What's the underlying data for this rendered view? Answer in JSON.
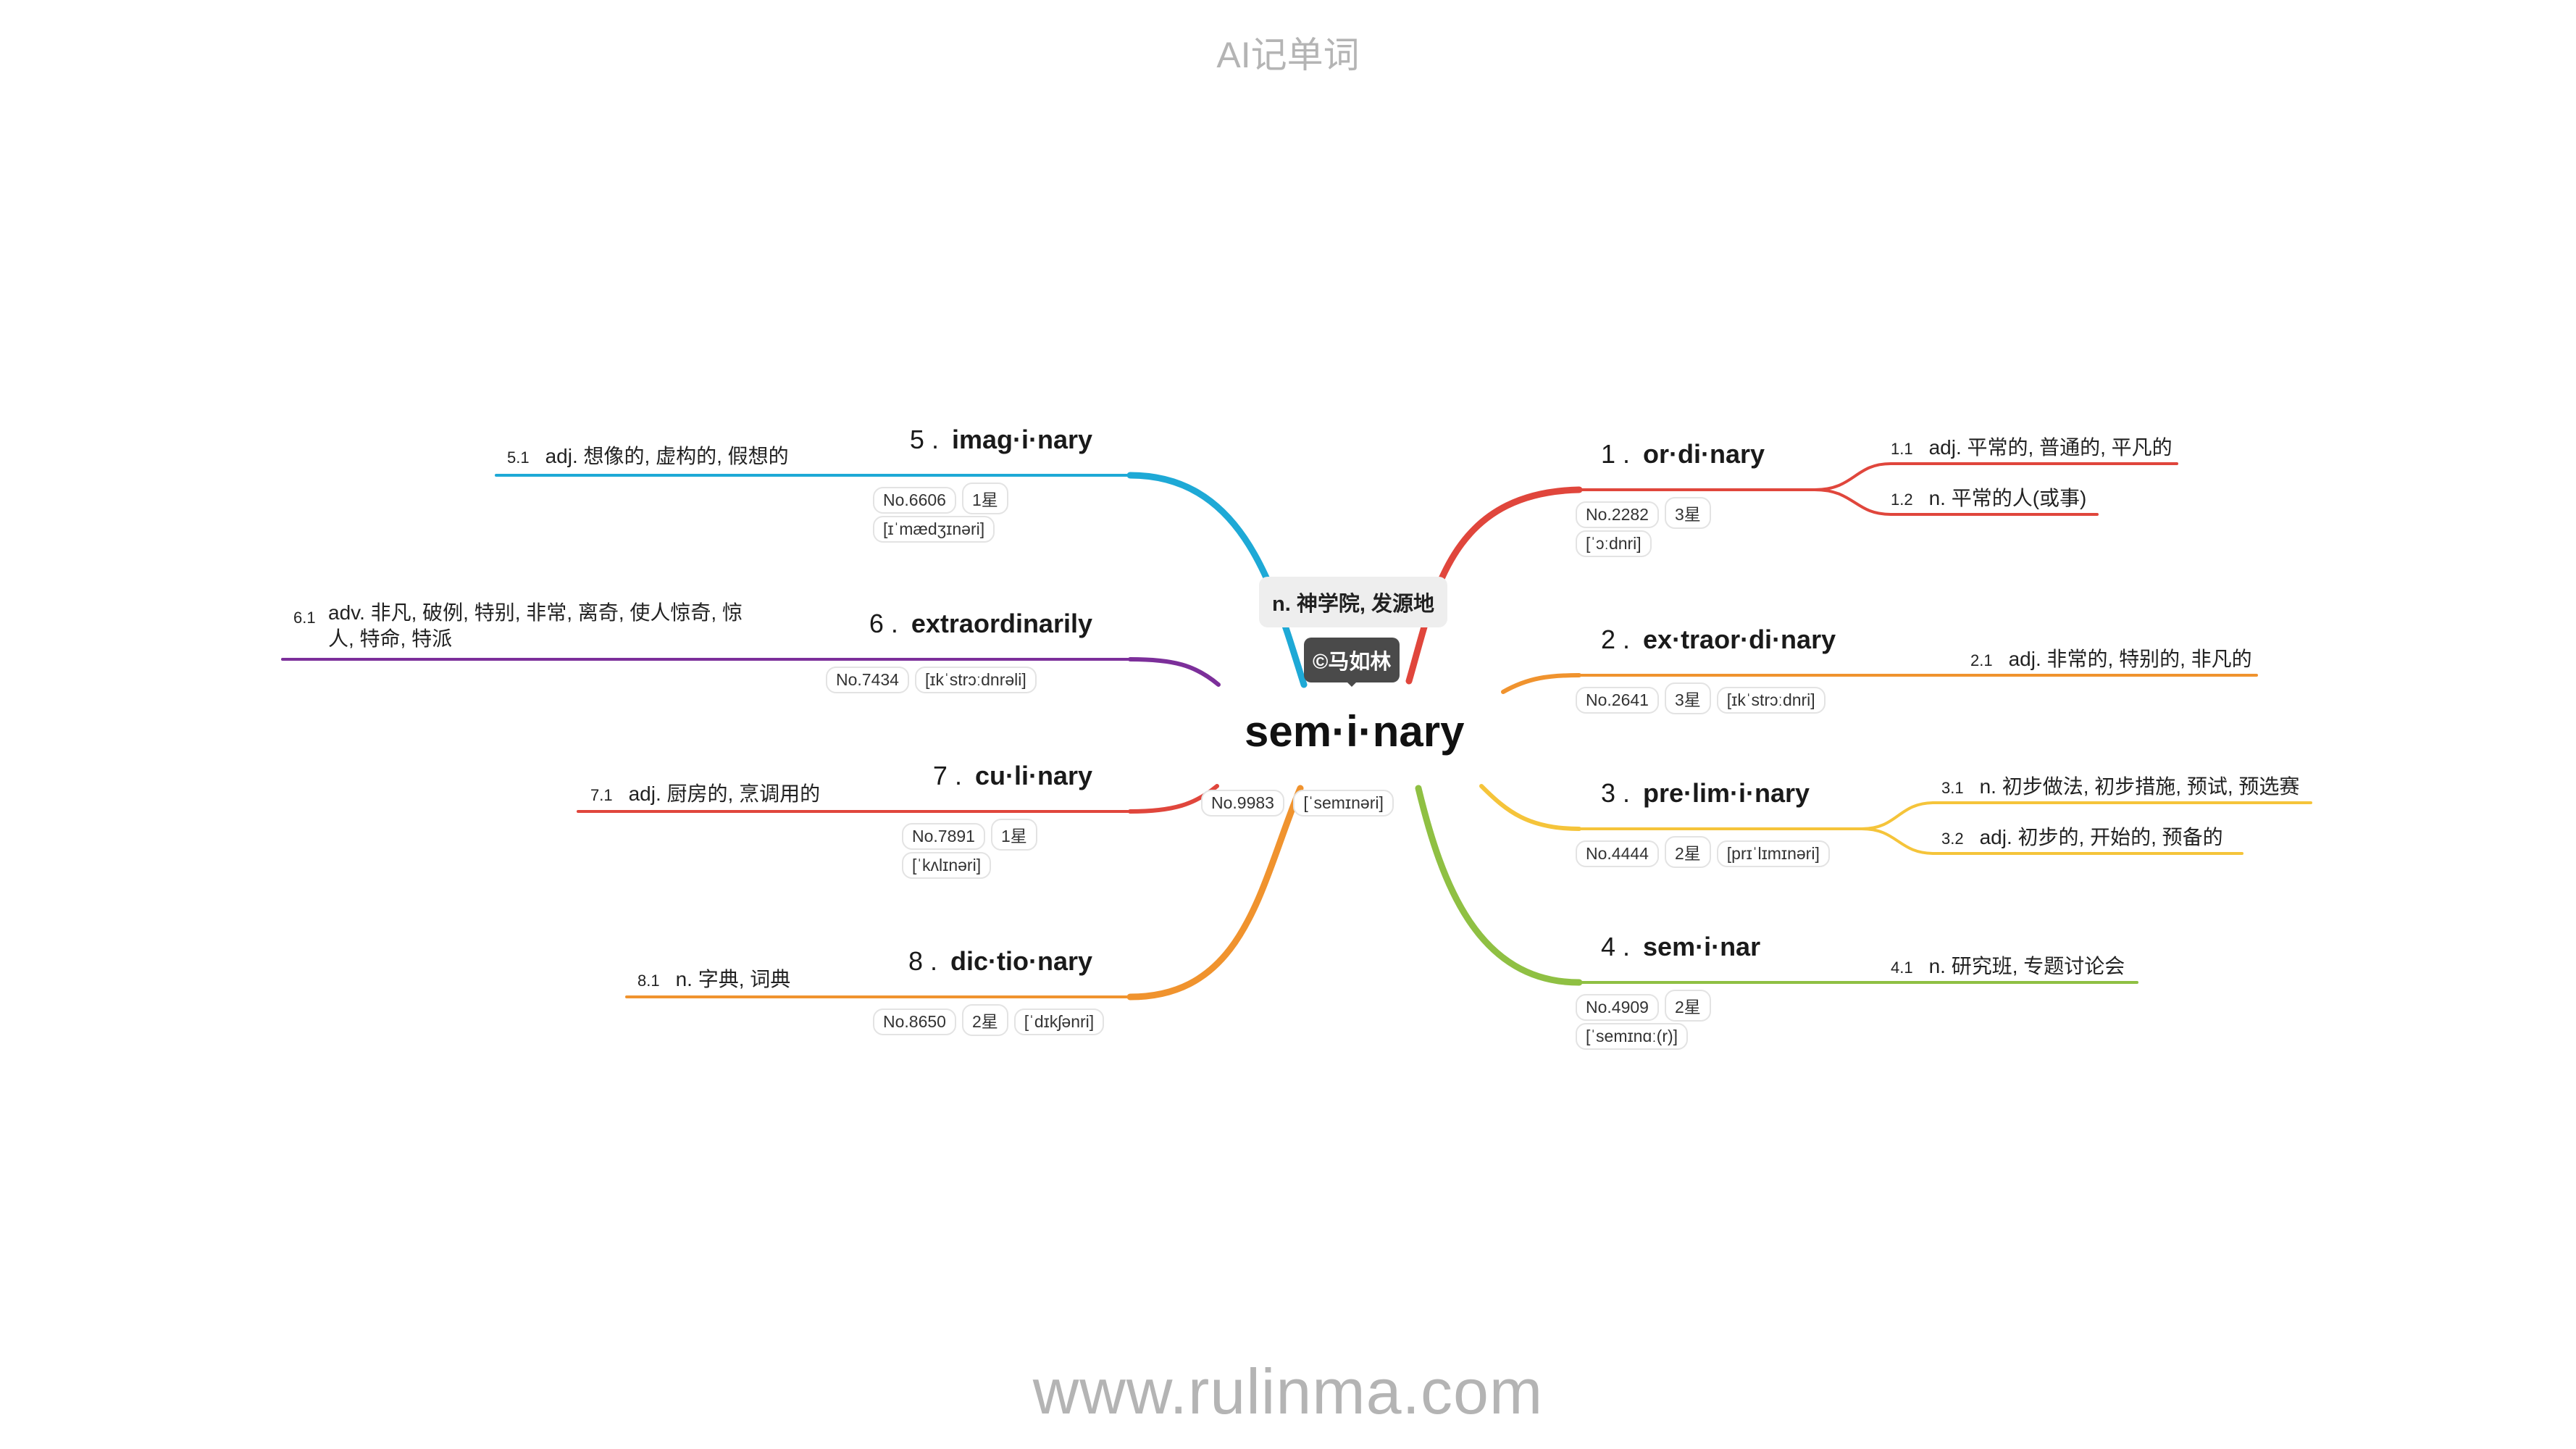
{
  "header": {
    "title": "AI记单词"
  },
  "footer": {
    "url": "www.rulinma.com"
  },
  "center": {
    "word": "sem·i·nary",
    "definition": "n. 神学院, 发源地",
    "badge": "©马如林",
    "number": "No.9983",
    "phonetic": "[ˈsemɪnəri]"
  },
  "colors": {
    "b1": "#e0463c",
    "b2": "#f0932e",
    "b3": "#f5c43a",
    "b4": "#8fc043",
    "b5": "#1ea9d6",
    "b6": "#7c2f9a",
    "b7": "#e0463c",
    "b8": "#f0932e"
  },
  "branches": [
    {
      "num": "1 .",
      "word": "or·di·nary",
      "tags": [
        "No.2282",
        "3星"
      ],
      "tags2": [
        "[ˈɔːdnri]"
      ],
      "defs": [
        {
          "n": "1.1",
          "text": "adj. 平常的, 普通的, 平凡的"
        },
        {
          "n": "1.2",
          "text": "n. 平常的人(或事)"
        }
      ]
    },
    {
      "num": "2 .",
      "word": "ex·traor·di·nary",
      "tags": [
        "No.2641",
        "3星",
        "[ɪkˈstrɔːdnri]"
      ],
      "tags2": [],
      "defs": [
        {
          "n": "2.1",
          "text": "adj. 非常的, 特别的, 非凡的"
        }
      ]
    },
    {
      "num": "3 .",
      "word": "pre·lim·i·nary",
      "tags": [
        "No.4444",
        "2星",
        "[prɪˈlɪmɪnəri]"
      ],
      "tags2": [],
      "defs": [
        {
          "n": "3.1",
          "text": "n. 初步做法, 初步措施, 预试, 预选赛"
        },
        {
          "n": "3.2",
          "text": "adj. 初步的, 开始的, 预备的"
        }
      ]
    },
    {
      "num": "4 .",
      "word": "sem·i·nar",
      "tags": [
        "No.4909",
        "2星"
      ],
      "tags2": [
        "[ˈsemɪnɑː(r)]"
      ],
      "defs": [
        {
          "n": "4.1",
          "text": "n. 研究班, 专题讨论会"
        }
      ]
    },
    {
      "num": "5 .",
      "word": "imag·i·nary",
      "tags": [
        "No.6606",
        "1星"
      ],
      "tags2": [
        "[ɪˈmædʒɪnəri]"
      ],
      "defs": [
        {
          "n": "5.1",
          "text": "adj. 想像的, 虚构的, 假想的"
        }
      ]
    },
    {
      "num": "6 .",
      "word": "extraordinarily",
      "tags": [
        "No.7434",
        "[ɪkˈstrɔːdnrəli]"
      ],
      "tags2": [],
      "defs": [
        {
          "n": "6.1",
          "text": "adv. 非凡, 破例, 特别, 非常, 离奇, 使人惊奇, 惊人, 特命, 特派"
        }
      ]
    },
    {
      "num": "7 .",
      "word": "cu·li·nary",
      "tags": [
        "No.7891",
        "1星"
      ],
      "tags2": [
        "[ˈkʌlɪnəri]"
      ],
      "defs": [
        {
          "n": "7.1",
          "text": "adj. 厨房的, 烹调用的"
        }
      ]
    },
    {
      "num": "8 .",
      "word": "dic·tio·nary",
      "tags": [
        "No.8650",
        "2星",
        "[ˈdɪkʃənri]"
      ],
      "tags2": [],
      "defs": [
        {
          "n": "8.1",
          "text": "n. 字典, 词典"
        }
      ]
    }
  ]
}
